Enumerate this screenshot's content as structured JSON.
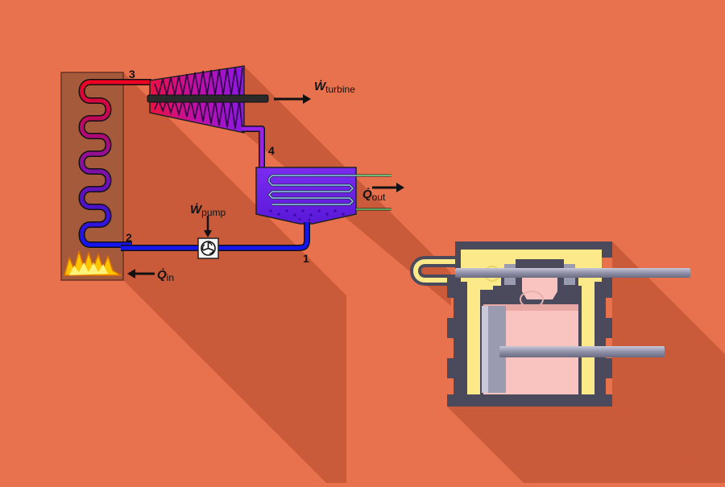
{
  "colors": {
    "background": "#e8724d",
    "shadow": "#c95a3a",
    "boiler": "#a55a3c",
    "hot_pipe": "#ee0022",
    "cold_pipe": "#1515f0",
    "condenser": "#6a22ee",
    "flame": "#ffc400",
    "engine_body": "#4a4a5c",
    "steam_chest": "#fbe98a",
    "cylinder": "#f9c4c0",
    "rod": "#9a9ab0"
  },
  "rankine": {
    "state_points": {
      "p1": "1",
      "p2": "2",
      "p3": "3",
      "p4": "4"
    },
    "work_turbine": {
      "symbol": "Ẇ",
      "subscript": "turbine"
    },
    "work_pump": {
      "symbol": "Ẇ",
      "subscript": "pump"
    },
    "heat_out": {
      "symbol": "Q̇",
      "subscript": "out"
    },
    "heat_in": {
      "symbol": "Q̇",
      "subscript": "in"
    }
  },
  "icons": {
    "pump": "pump-icon",
    "flame": "flame-icon",
    "turbine": "turbine-icon",
    "condenser": "condenser-icon",
    "engine": "steam-engine-icon"
  }
}
